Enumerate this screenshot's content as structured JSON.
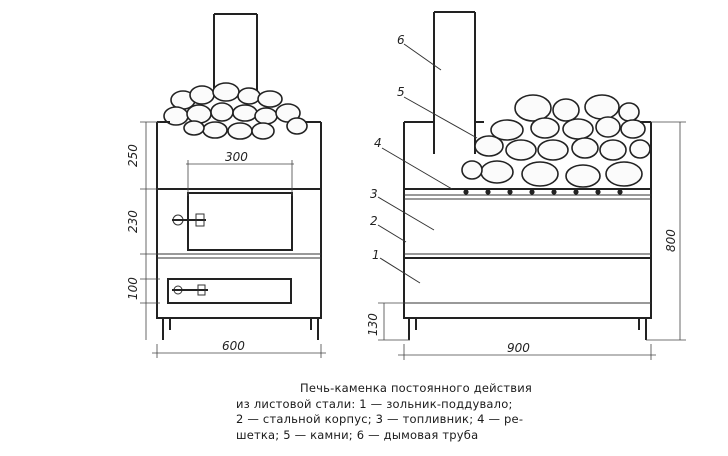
{
  "dimensions": {
    "top_height": "250",
    "door_width": "300",
    "firebox_height": "230",
    "ash_height": "100",
    "left_width": "600",
    "leg_height": "130",
    "right_width": "900",
    "total_height": "800"
  },
  "part_labels": {
    "ash_pit": "1",
    "body": "2",
    "firebox": "3",
    "grate": "4",
    "stones": "5",
    "chimney": "6"
  },
  "caption": {
    "line1": "Печь-каменка постоянного действия",
    "line2": "из листовой стали: 1 — зольник-поддувало;",
    "line3": "2 — стальной корпус; 3 — топливник; 4 — ре-",
    "line4": "шетка; 5 — камни; 6 — дымовая труба"
  }
}
